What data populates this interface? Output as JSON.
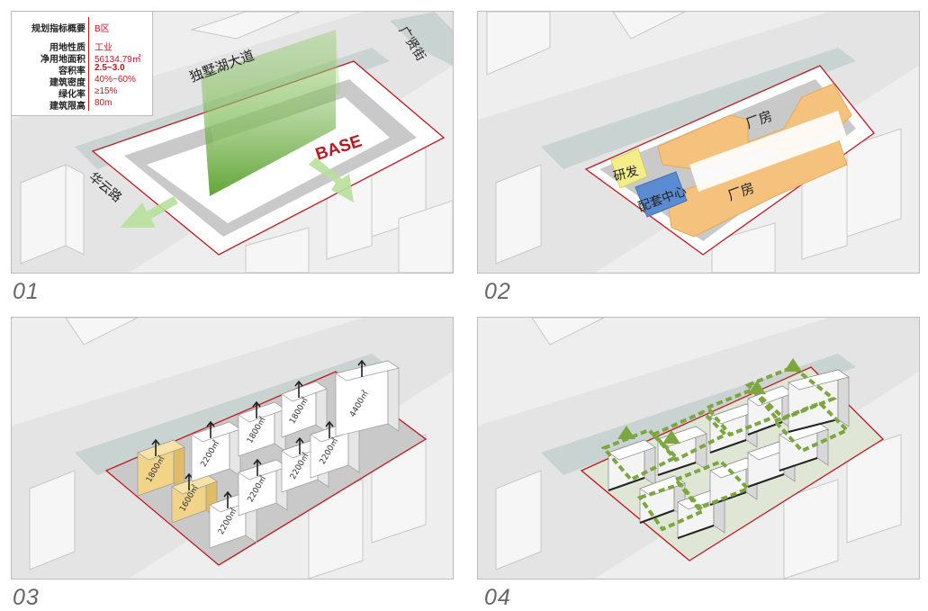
{
  "panels": [
    {
      "label": "01"
    },
    {
      "label": "02"
    },
    {
      "label": "03"
    },
    {
      "label": "04"
    }
  ],
  "panel1": {
    "title_key": "规划指标概要",
    "title_val": "B区",
    "rows": [
      {
        "key": "用地性质",
        "val": "工业"
      },
      {
        "key": "净用地面积",
        "val": "56134.79㎡"
      },
      {
        "key": "容积率",
        "val": "2.5~3.0"
      },
      {
        "key": "建筑密度",
        "val": "40%~60%"
      },
      {
        "key": "绿化率",
        "val": "≥15%"
      },
      {
        "key": "建筑限高",
        "val": "80m"
      }
    ],
    "road_top": "独墅湖大道",
    "road_right": "广贤街",
    "road_left": "华云路",
    "site_label": "BASE"
  },
  "panel2": {
    "rd": "研发",
    "support": "配套中心",
    "factory_a": "厂房",
    "factory_b": "厂房"
  },
  "panel3": {
    "areas": [
      "1800㎡",
      "1600㎡",
      "2200㎡",
      "2200㎡",
      "1800㎡",
      "2200㎡",
      "2200㎡",
      "1800㎡",
      "2200㎡",
      "2200㎡",
      "4400㎡"
    ]
  },
  "colors": {
    "site_outline": "#c0171f",
    "factory": "#f5c27e",
    "rd": "#f3ee8a",
    "support": "#5b8bd0",
    "greenery": "#6aaa3a",
    "highlight_block": "#f2d488"
  }
}
